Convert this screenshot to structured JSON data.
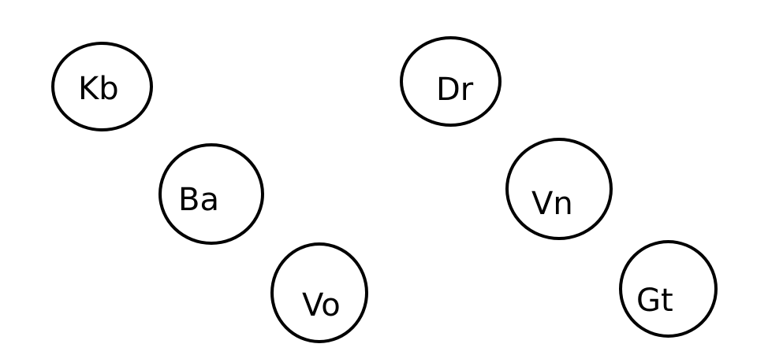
{
  "nodes": [
    {
      "id": "kb",
      "label": "Kb"
    },
    {
      "id": "ba",
      "label": "Ba"
    },
    {
      "id": "vo",
      "label": "Vo"
    },
    {
      "id": "dr",
      "label": "Dr"
    },
    {
      "id": "vn",
      "label": "Vn"
    },
    {
      "id": "gt",
      "label": "Gt"
    }
  ],
  "colors": {
    "stroke": "#000000",
    "background": "#ffffff",
    "text": "#000000"
  }
}
